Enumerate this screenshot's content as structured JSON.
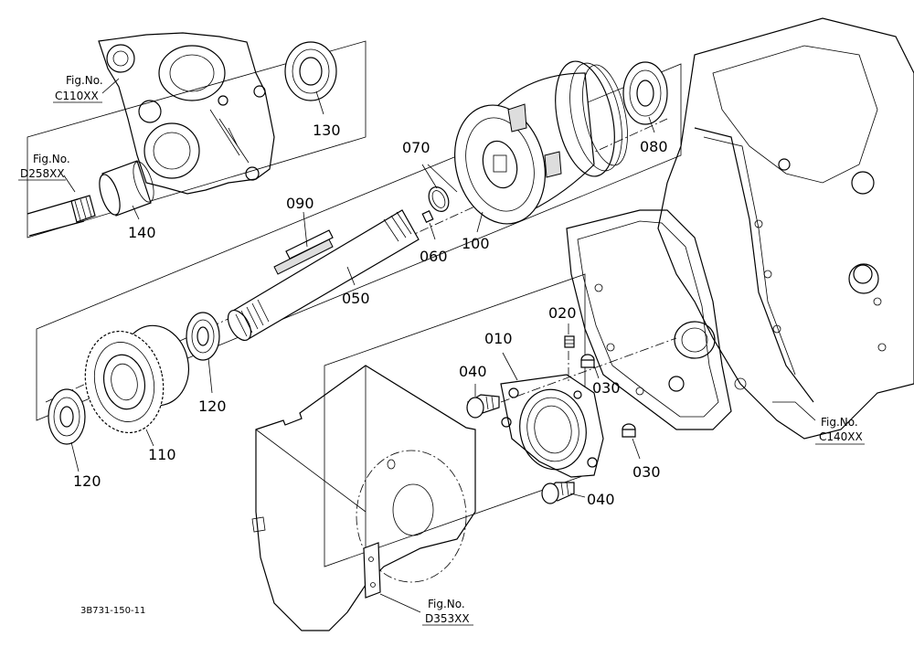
{
  "parts": [
    {
      "key": "p130",
      "label": "130"
    },
    {
      "key": "p140",
      "label": "140"
    },
    {
      "key": "p090",
      "label": "090"
    },
    {
      "key": "p070",
      "label": "070"
    },
    {
      "key": "p080",
      "label": "080"
    },
    {
      "key": "p060",
      "label": "060"
    },
    {
      "key": "p100",
      "label": "100"
    },
    {
      "key": "p050",
      "label": "050"
    },
    {
      "key": "p020",
      "label": "020"
    },
    {
      "key": "p010",
      "label": "010"
    },
    {
      "key": "p040a",
      "label": "040"
    },
    {
      "key": "p030a",
      "label": "030"
    },
    {
      "key": "p120a",
      "label": "120"
    },
    {
      "key": "p110",
      "label": "110"
    },
    {
      "key": "p120b",
      "label": "120"
    },
    {
      "key": "p030b",
      "label": "030"
    },
    {
      "key": "p040b",
      "label": "040"
    }
  ],
  "figure_refs": [
    {
      "key": "c110",
      "line1": "Fig.No.",
      "line2": "C110XX"
    },
    {
      "key": "d258",
      "line1": "Fig.No.",
      "line2": "D258XX"
    },
    {
      "key": "c140",
      "line1": "Fig.No.",
      "line2": "C140XX"
    },
    {
      "key": "d353",
      "line1": "Fig.No.",
      "line2": "D353XX"
    }
  ],
  "document_id": "3B731-150-11"
}
